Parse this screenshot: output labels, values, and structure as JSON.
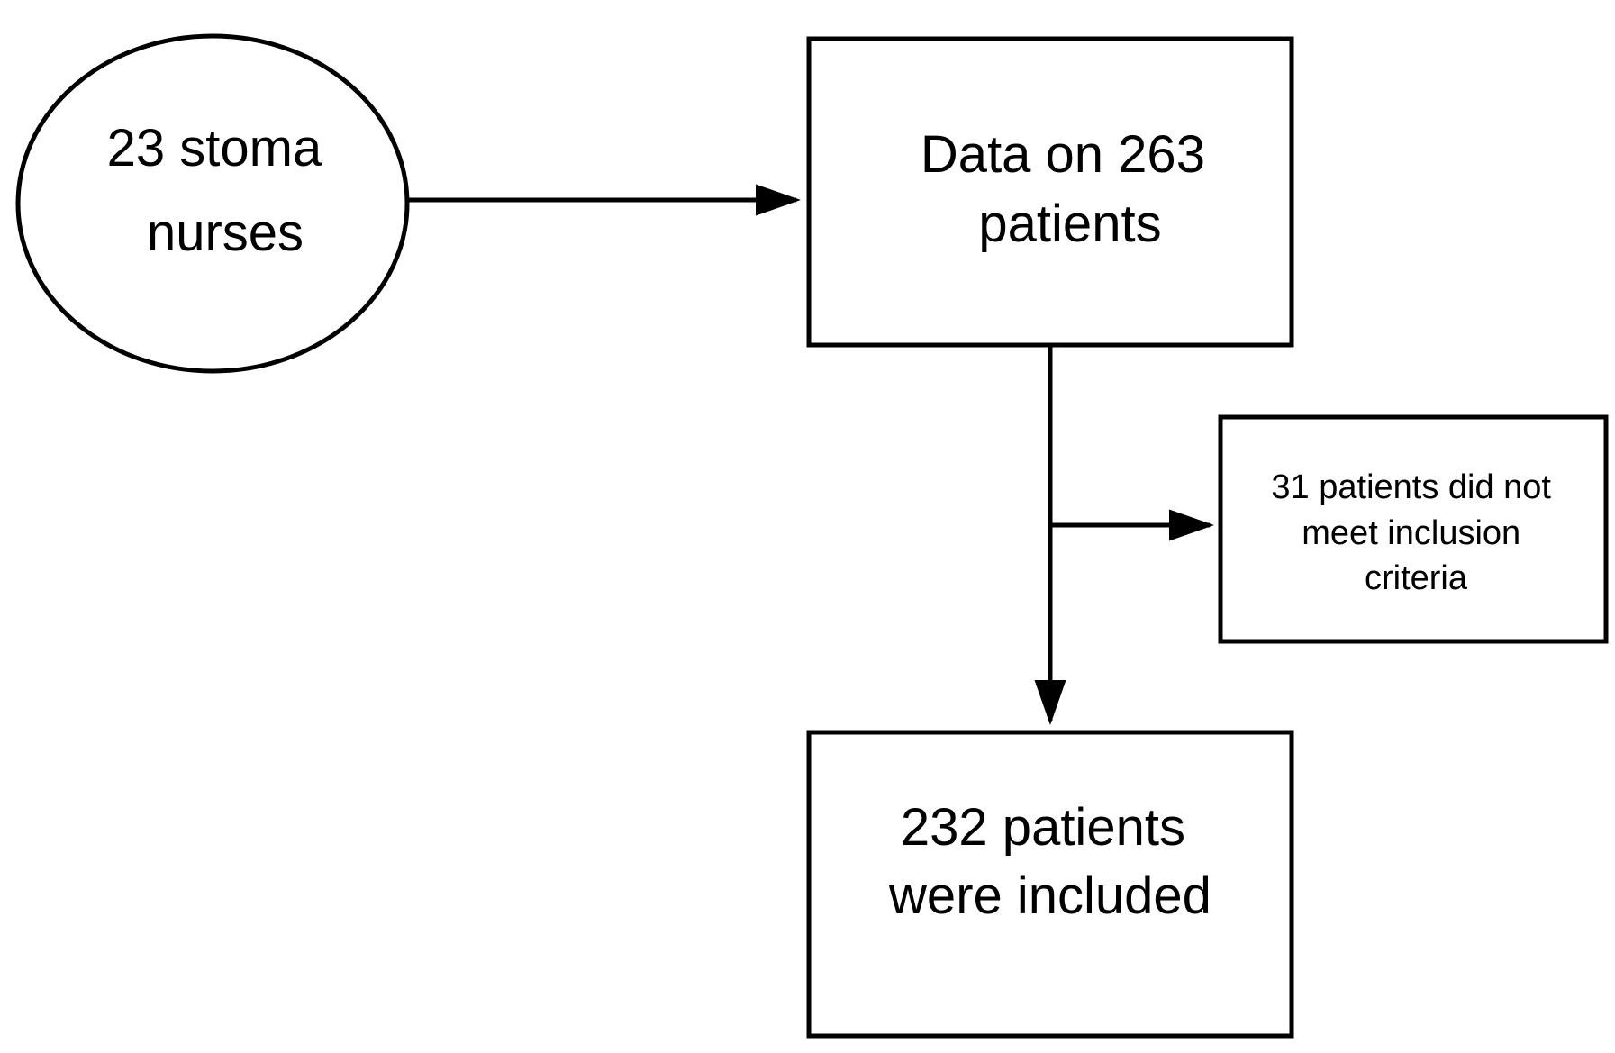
{
  "nodes": {
    "nurses": {
      "lines": [
        "23 stoma",
        "nurses"
      ]
    },
    "data": {
      "lines": [
        "Data on 263",
        "patients"
      ]
    },
    "excluded": {
      "lines": [
        "31 patients did not",
        "meet inclusion",
        "criteria"
      ]
    },
    "included": {
      "lines": [
        "232 patients",
        "were included"
      ]
    }
  },
  "colors": {
    "stroke": "#000000",
    "background": "#ffffff"
  }
}
